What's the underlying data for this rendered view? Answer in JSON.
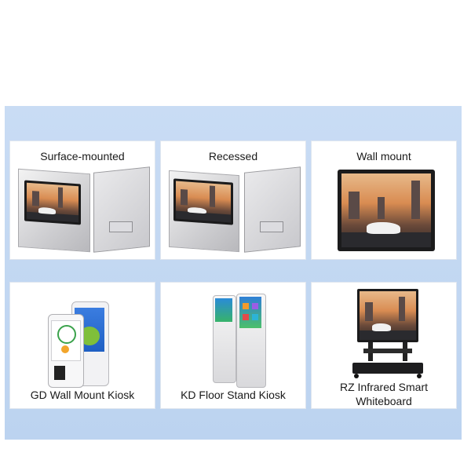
{
  "cards": [
    {
      "label": "Surface-mounted"
    },
    {
      "label": "Recessed"
    },
    {
      "label": "Wall mount"
    },
    {
      "label": "GD Wall Mount Kiosk"
    },
    {
      "label": "KD Floor Stand Kiosk"
    },
    {
      "label_line1": "RZ Infrared Smart",
      "label_line2": "Whiteboard"
    }
  ],
  "colors": {
    "panel": "#c9dcf4",
    "card": "#ffffff",
    "text": "#1a1a1a"
  }
}
